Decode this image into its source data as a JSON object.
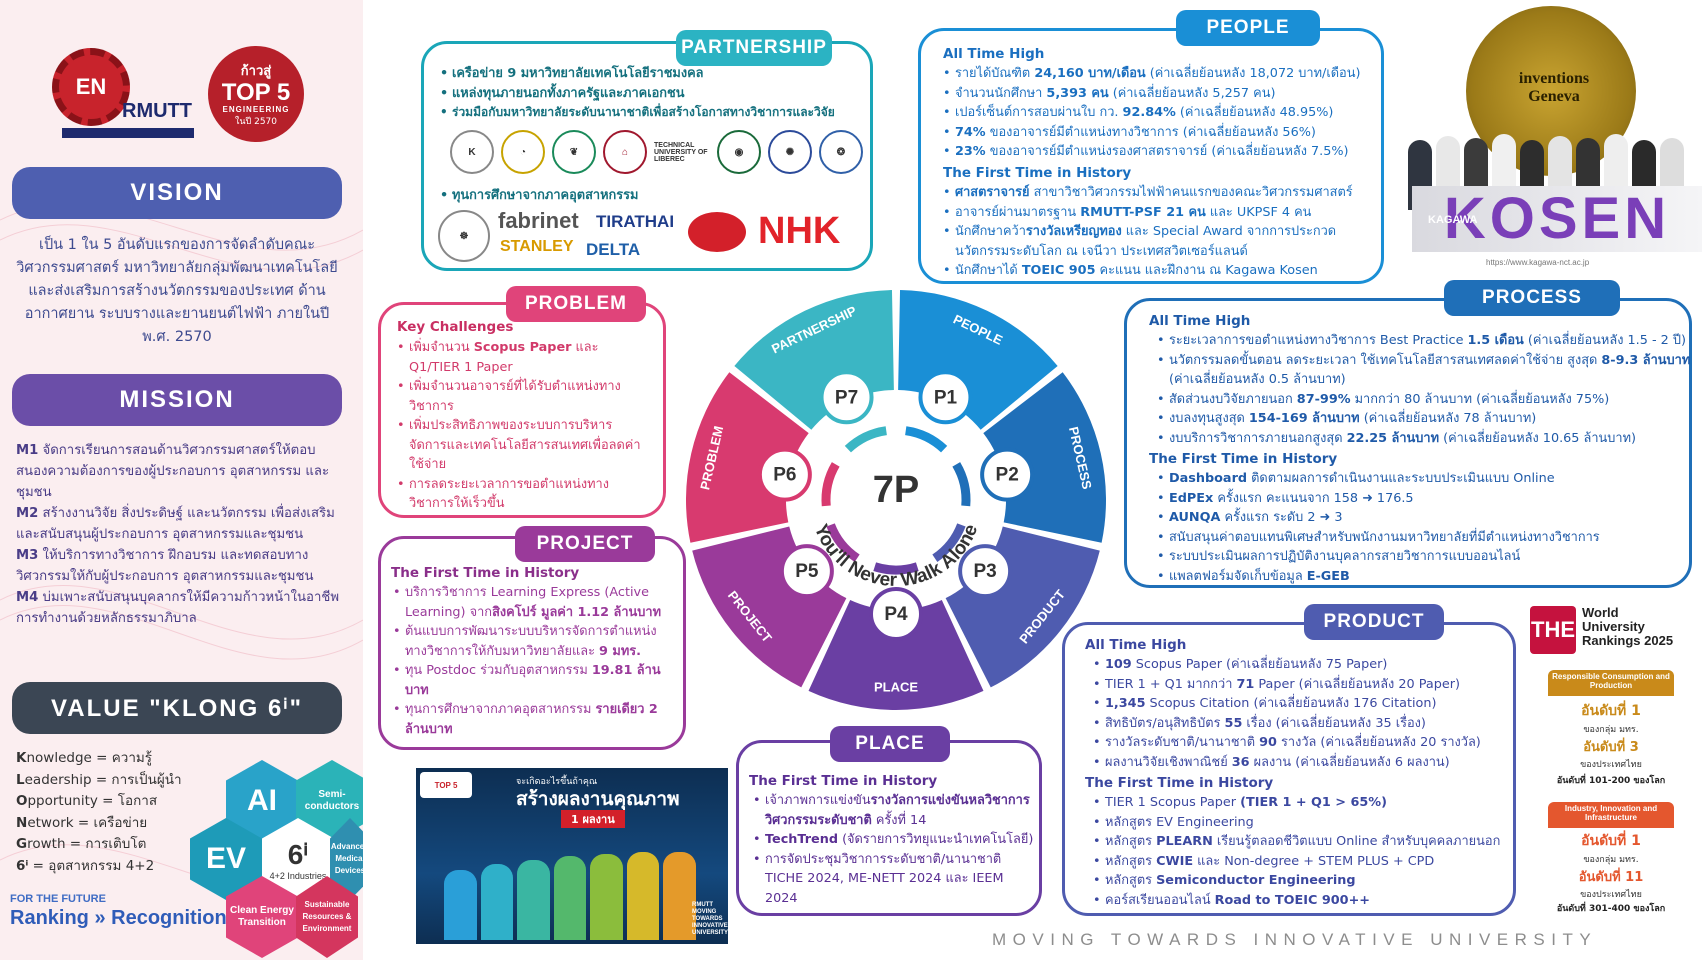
{
  "logos": {
    "en": "EN",
    "rmutt": "RMUTT",
    "top5_a": "ก้าวสู่",
    "top5_b": "TOP 5",
    "top5_c": "ENGINEERING",
    "top5_d": "ในปี 2570"
  },
  "vision": {
    "title": "VISION",
    "text": "เป็น 1 ใน 5 อันดับแรกของการจัดลำดับคณะวิศวกรรมศาสตร์ มหาวิทยาลัยกลุ่มพัฒนาเทคโนโลยี และส่งเสริมการสร้างนวัตกรรมของประเทศ ด้านอากาศยาน ระบบรางและยานยนต์ไฟฟ้า ภายในปี พ.ศ. 2570"
  },
  "mission": {
    "title": "MISSION",
    "items": [
      {
        "code": "M1",
        "text": "จัดการเรียนการสอนด้านวิศวกรรมศาสตร์ให้ตอบสนองความต้องการของผู้ประกอบการ อุตสาหกรรม และชุมชน"
      },
      {
        "code": "M2",
        "text": "สร้างงานวิจัย สิ่งประดิษฐ์ และนวัตกรรม เพื่อส่งเสริมและสนับสนุนผู้ประกอบการ อุตสาหกรรมและชุมชน"
      },
      {
        "code": "M3",
        "text": "ให้บริการทางวิชาการ ฝึกอบรม และทดสอบทางวิศวกรรมให้กับผู้ประกอบการ อุตสาหกรรมและชุมชน"
      },
      {
        "code": "M4",
        "text": "บ่มเพาะสนับสนุนบุคลากรให้มีความก้าวหน้าในอาชีพการทำงานด้วยหลักธรรมาภิบาล"
      }
    ]
  },
  "value": {
    "title": "VALUE \"KLONG 6ⁱ\"",
    "items": [
      {
        "l": "K",
        "r": "nowledge = ความรู้"
      },
      {
        "l": "L",
        "r": "eadership = การเป็นผู้นำ"
      },
      {
        "l": "O",
        "r": "pportunity = โอกาส"
      },
      {
        "l": "N",
        "r": "etwork = เครือข่าย"
      },
      {
        "l": "G",
        "r": "rowth = การเติบโต"
      },
      {
        "l": "6ⁱ",
        "r": " = อุตสาหกรรม 4+2"
      }
    ],
    "hex": {
      "ai": "AI",
      "semi": "Semi-conductors",
      "ev": "EV",
      "six": "6ⁱ",
      "six_sub": "4+2 Industries",
      "amd": "Advanced Medical Devices",
      "clean": "Clean Energy Transition",
      "sus": "Sustainable Resources & Environment"
    },
    "future": "FOR THE FUTURE",
    "ranking": "Ranking » Recognition"
  },
  "partnership": {
    "title": "PARTNERSHIP",
    "items": [
      "เครือข่าย 9 มหาวิทยาลัยเทคโนโลยีราชมงคล",
      "แหล่งทุนภายนอกทั้งภาครัฐและภาคเอกชน",
      "ร่วมมือกับมหาวิทยาลัยระดับนานาชาติเพื่อสร้างโอกาสทางวิชาการและวิจัย"
    ],
    "industry": "ทุนการศึกษาจากภาคอุตสาหกรรม",
    "logos": [
      "fabrinet",
      "TIRATHAI",
      "STANLEY",
      "DELTA",
      "NHK"
    ],
    "liberec": "TECHNICAL UNIVERSITY OF LIBEREC"
  },
  "people": {
    "title": "PEOPLE",
    "s1": "All Time High",
    "items1": [
      {
        "t": "รายได้บัณฑิต ",
        "b": "24,160 บาท/เดือน",
        "e": " (ค่าเฉลี่ยย้อนหลัง 18,072 บาท/เดือน)"
      },
      {
        "t": "จำนวนนักศึกษา ",
        "b": "5,393 คน",
        "e": " (ค่าเฉลี่ยย้อนหลัง 5,257 คน)"
      },
      {
        "t": "เปอร์เซ็นต์การสอบผ่านใบ กว. ",
        "b": "92.84%",
        "e": " (ค่าเฉลี่ยย้อนหลัง 48.95%)"
      },
      {
        "t": "",
        "b": "74%",
        "e": " ของอาจารย์มีตำแหน่งทางวิชาการ (ค่าเฉลี่ยย้อนหลัง 56%)"
      },
      {
        "t": "",
        "b": "23%",
        "e": " ของอาจารย์มีตำแหน่งรองศาสตราจารย์ (ค่าเฉลี่ยย้อนหลัง 7.5%)"
      }
    ],
    "s2": "The First Time in History",
    "items2": [
      {
        "t": "",
        "b": "ศาสตราจารย์",
        "e": " สาขาวิชาวิศวกรรมไฟฟ้าคนแรกของคณะวิศวกรรมศาสตร์"
      },
      {
        "t": "อาจารย์ผ่านมาตรฐาน ",
        "b": "RMUTT-PSF 21 คน",
        "e": " และ UKPSF 4 คน"
      },
      {
        "t": "นักศึกษาคว้า",
        "b": "รางวัลเหรียญทอง",
        "e": " และ Special Award จากการประกวดนวัตกรรมระดับโลก ณ เจนีวา ประเทศสวิตเซอร์แลนด์"
      },
      {
        "t": "นักศึกษาได้ ",
        "b": "TOEIC 905",
        "e": " คะแนน และฝึกงาน ณ Kagawa Kosen"
      }
    ]
  },
  "process": {
    "title": "PROCESS",
    "s1": "All Time High",
    "items1": [
      {
        "t": "ระยะเวลาการขอตำแหน่งทางวิชาการ Best Practice ",
        "b": "1.5 เดือน",
        "e": " (ค่าเฉลี่ยย้อนหลัง 1.5 - 2 ปี)"
      },
      {
        "t": "นวัตกรรมลดขั้นตอน ลดระยะเวลา ใช้เทคโนโลยีสารสนเทศลดค่าใช้จ่าย สูงสุด ",
        "b": "8-9.3 ล้านบาท",
        "e": " (ค่าเฉลี่ยย้อนหลัง 0.5 ล้านบาท)"
      },
      {
        "t": "สัดส่วนงบวิจัยภายนอก ",
        "b": "87-99%",
        "e": " มากกว่า 80 ล้านบาท (ค่าเฉลี่ยย้อนหลัง 75%)"
      },
      {
        "t": "งบลงทุนสูงสุด ",
        "b": "154-169 ล้านบาท",
        "e": " (ค่าเฉลี่ยย้อนหลัง 78 ล้านบาท)"
      },
      {
        "t": "งบบริการวิชาการภายนอกสูงสุด ",
        "b": "22.25 ล้านบาท",
        "e": " (ค่าเฉลี่ยย้อนหลัง 10.65 ล้านบาท)"
      }
    ],
    "s2": "The First Time in History",
    "items2": [
      {
        "t": "",
        "b": "Dashboard",
        "e": " ติดตามผลการดำเนินงานและระบบประเมินแบบ Online"
      },
      {
        "t": "",
        "b": "EdPEx",
        "e": " ครั้งแรก คะแนนจาก 158 ➜ 176.5"
      },
      {
        "t": "",
        "b": "AUNQA",
        "e": " ครั้งแรก ระดับ 2 ➜ 3"
      },
      {
        "t": "สนับสนุนค่าตอบแทนพิเศษสำหรับพนักงานมหาวิทยาลัยที่มีตำแหน่งทางวิชาการ",
        "b": "",
        "e": ""
      },
      {
        "t": "ระบบประเมินผลการปฏิบัติงานบุคลากรสายวิชาการแบบออนไลน์",
        "b": "",
        "e": ""
      },
      {
        "t": "แพลตฟอร์มจัดเก็บข้อมูล ",
        "b": "E-GEB",
        "e": ""
      }
    ]
  },
  "problem": {
    "title": "PROBLEM",
    "s1": "Key Challenges",
    "items": [
      {
        "t": "เพิ่มจำนวน ",
        "b": "Scopus Paper",
        "e": " และ Q1/TIER 1 Paper"
      },
      {
        "t": "เพิ่มจำนวนอาจารย์ที่ได้รับตำแหน่งทางวิชาการ",
        "b": "",
        "e": ""
      },
      {
        "t": "เพิ่มประสิทธิภาพของระบบการบริหารจัดการและเทคโนโลยีสารสนเทศเพื่อลดค่าใช้จ่าย",
        "b": "",
        "e": ""
      },
      {
        "t": "การลดระยะเวลาการขอตำแหน่งทางวิชาการให้เร็วขึ้น",
        "b": "",
        "e": ""
      }
    ]
  },
  "project": {
    "title": "PROJECT",
    "s1": "The First Time in History",
    "items": [
      {
        "t": "บริการวิชาการ Learning Express (Active Learning) จาก",
        "b": "สิงคโปร์ มูลค่า 1.12 ล้านบาท",
        "e": ""
      },
      {
        "t": "ต้นแบบการพัฒนาระบบบริหารจัดการตำแหน่งทางวิชาการให้กับมหาวิทยาลัยและ ",
        "b": "9 มทร.",
        "e": ""
      },
      {
        "t": "ทุน Postdoc ร่วมกับอุตสาหกรรม ",
        "b": "19.81 ล้านบาท",
        "e": ""
      },
      {
        "t": "ทุนการศึกษาจากภาคอุตสาหกรรม ",
        "b": "รายเดียว 2 ล้านบาท",
        "e": ""
      }
    ]
  },
  "place": {
    "title": "PLACE",
    "s1": "The First Time in History",
    "items": [
      {
        "t": "เจ้าภาพการแข่งขัน",
        "b": "รางวัลการแข่งขันหลวิชาการวิศวกรรมระดับชาติ",
        "e": " ครั้งที่ 14"
      },
      {
        "t": "",
        "b": "TechTrend",
        "e": " (จัดรายการวิทยุแนะนำเทคโนโลยี)"
      },
      {
        "t": "การจัดประชุมวิชาการระดับชาติ/นานาชาติ TICHE 2024, ME-NETT 2024 และ IEEM 2024",
        "b": "",
        "e": ""
      }
    ]
  },
  "product": {
    "title": "PRODUCT",
    "s1": "All Time High",
    "items1": [
      {
        "t": "",
        "b": "109",
        "e": " Scopus Paper (ค่าเฉลี่ยย้อนหลัง 75 Paper)"
      },
      {
        "t": "TIER 1 + Q1 มากกว่า ",
        "b": "71",
        "e": " Paper (ค่าเฉลี่ยย้อนหลัง 20 Paper)"
      },
      {
        "t": "",
        "b": "1,345",
        "e": " Scopus Citation (ค่าเฉลี่ยย้อนหลัง 176 Citation)"
      },
      {
        "t": "สิทธิบัตร/อนุสิทธิบัตร ",
        "b": "55",
        "e": " เรื่อง (ค่าเฉลี่ยย้อนหลัง 35 เรื่อง)"
      },
      {
        "t": "รางวัลระดับชาติ/นานาชาติ ",
        "b": "90",
        "e": " รางวัล (ค่าเฉลี่ยย้อนหลัง 20 รางวัล)"
      },
      {
        "t": "ผลงานวิจัยเชิงพาณิชย์ ",
        "b": "36",
        "e": " ผลงาน (ค่าเฉลี่ยย้อนหลัง 6 ผลงาน)"
      }
    ],
    "s2": "The First Time in History",
    "items2": [
      {
        "t": "TIER 1 Scopus Paper ",
        "b": "(TIER 1 + Q1 > 65%)",
        "e": ""
      },
      {
        "t": "หลักสูตร EV Engineering",
        "b": "",
        "e": ""
      },
      {
        "t": "หลักสูตร ",
        "b": "PLEARN",
        "e": " เรียนรู้ตลอดชีวิตแบบ Online สำหรับบุคคลภายนอก"
      },
      {
        "t": "หลักสูตร ",
        "b": "CWIE",
        "e": " และ Non-degree + STEM PLUS + CPD"
      },
      {
        "t": "หลักสูตร ",
        "b": "Semiconductor Engineering",
        "e": ""
      },
      {
        "t": "คอร์สเรียนออนไลน์ ",
        "b": "Road to TOEIC 900++",
        "e": ""
      }
    ]
  },
  "wheel": {
    "center": "7P",
    "slogan": "You'll Never Walk Alone",
    "segments": [
      {
        "code": "P1",
        "name": "PEOPLE",
        "color": "#1a8fd6"
      },
      {
        "code": "P2",
        "name": "PROCESS",
        "color": "#1f6fb8"
      },
      {
        "code": "P3",
        "name": "PRODUCT",
        "color": "#4f5cb0"
      },
      {
        "code": "P4",
        "name": "PLACE",
        "color": "#6a3fa3"
      },
      {
        "code": "P5",
        "name": "PROJECT",
        "color": "#9a3a9a"
      },
      {
        "code": "P6",
        "name": "PROBLEM",
        "color": "#d83a6f"
      },
      {
        "code": "P7",
        "name": "PARTNERSHIP",
        "color": "#3bb6c4"
      }
    ]
  },
  "photos": {
    "geneva": "inventions Geneva",
    "kosen": "KOSEN",
    "kagawa": "KAGAWA",
    "kosen_url": "https://www.kagawa-nct.ac.jp",
    "poster_title": "สร้างผลงานคุณภาพ",
    "poster_top": "จะเกิดอะไรขึ้นถ้าคุณ",
    "poster_badge": "1 ผลงาน",
    "poster_rmutt": "RMUTT MOVING TOWARDS INNOVATIVE UNIVERSITY"
  },
  "the": {
    "logo": "THE",
    "line1": "World",
    "line2": "University",
    "line3": "Rankings 2025",
    "a1_head": "Responsible Consumption and Production",
    "a1_rank1": "อันดับที่ 1",
    "a1_sub1": "ของกลุ่ม มทร.",
    "a1_rank3": "อันดับที่ 3",
    "a1_sub3": "ของประเทศไทย",
    "a1_world": "อันดับที่ 101-200 ของโลก",
    "a2_head": "Industry, Innovation and Infrastructure",
    "a2_rank1": "อันดับที่ 1",
    "a2_sub1": "ของกลุ่ม มทร.",
    "a2_rank11": "อันดับที่ 11",
    "a2_sub11": "ของประเทศไทย",
    "a2_world": "อันดับที่ 301-400 ของโลก",
    "colors": {
      "a1": "#c98a1a",
      "a2": "#e4572e"
    }
  },
  "footer": "MOVING TOWARDS INNOVATIVE UNIVERSITY"
}
